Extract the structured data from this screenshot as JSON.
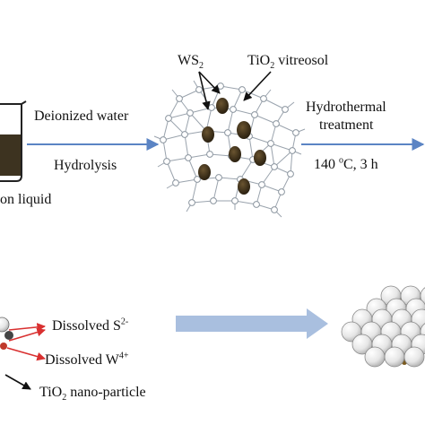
{
  "labels": {
    "deionized_water": "Deionized water",
    "hydrolysis": "Hydrolysis",
    "liquid_fragment": "on liquid",
    "ws2": {
      "base": "WS",
      "sub": "2"
    },
    "tio2_vitreosol": {
      "pre": "TiO",
      "sub": "2",
      "post": " vitreosol"
    },
    "hydrothermal": "Hydrothermal",
    "treatment": "treatment",
    "conditions": {
      "pre": "140 ",
      "sup": "o",
      "post": "C, 3 h"
    },
    "dissolved_s": {
      "pre": "Dissolved S",
      "sup": "2-"
    },
    "dissolved_w": {
      "pre": "Dissolved W",
      "sup": "4+"
    },
    "tio2_nano": {
      "pre": "TiO",
      "sub": "2",
      "post": " nano-particle"
    }
  },
  "colors": {
    "arrow_blue": "#5b84c4",
    "big_arrow": "#a9bfdf",
    "liquid": "#3d3320",
    "particle_dark": "#3a2e18",
    "node_gray": "#9aa3ad",
    "red_arrow": "#d93030",
    "sphere": "#f2f2f2"
  }
}
